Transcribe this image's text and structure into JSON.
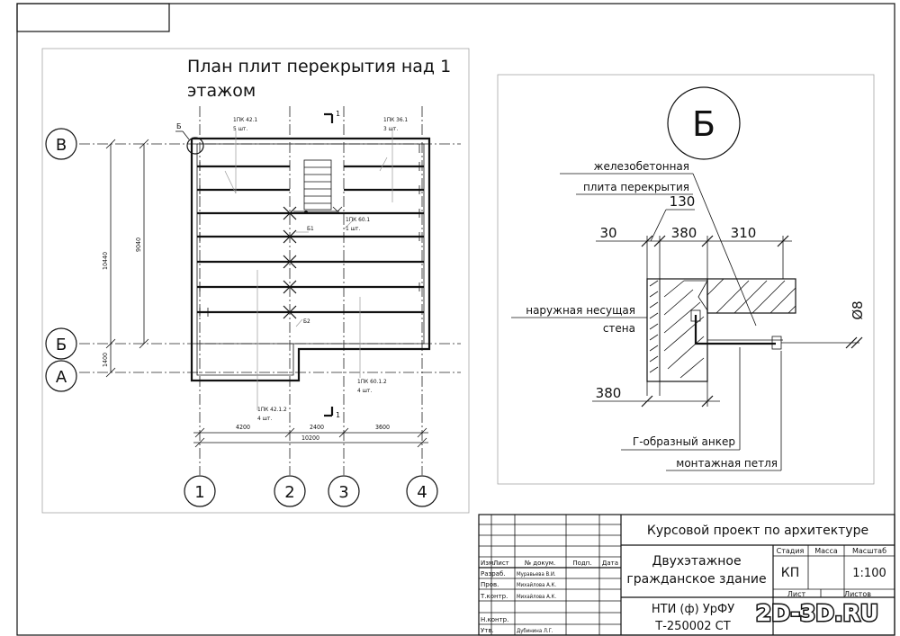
{
  "plan": {
    "title_line1": "План плит перекрытия над 1",
    "title_line2": "этажом",
    "axes_letters": [
      "В",
      "Б",
      "А"
    ],
    "axes_numbers": [
      "1",
      "2",
      "3",
      "4"
    ],
    "dims_vertical": [
      "10440",
      "9040",
      "1400"
    ],
    "dims_horizontal": [
      "4200",
      "2400",
      "3600",
      "10200"
    ],
    "callout_b": "Б",
    "section_mark": "1",
    "label_pk42_top": "1ПК 42.1",
    "label_pk42_top_qty": "5 шт.",
    "label_pk36": "1ПК 36.1",
    "label_pk36_qty": "3 шт.",
    "label_pk60_1": "1ПК 60.1",
    "label_pk60_1_qty": "1 шт.",
    "label_pk60_2": "1ПК 60.1.2",
    "label_pk60_2_qty": "4 шт.",
    "label_pk42_2": "1ПК 42.1.2",
    "label_pk42_2_qty": "4 шт.",
    "mark_b1": "Б1",
    "mark_b2": "Б2"
  },
  "detail": {
    "circle_letter": "Б",
    "label_slab_1": "железобетонная",
    "label_slab_2": "плита перекрытия",
    "dim_130": "130",
    "dim_30": "30",
    "dim_380_top": "380",
    "dim_310": "310",
    "label_wall_1": "наружная несущая",
    "label_wall_2": "стена",
    "dim_380_bottom": "380",
    "dim_d8": "Ø8",
    "label_anchor": "Г-образный анкер",
    "label_loop": "монтажная петля"
  },
  "titleblock": {
    "course": "Курсовой проект по архитектуре",
    "building_1": "Двухэтажное",
    "building_2": "гражданское здание",
    "stage_h": "Стадия",
    "mass_h": "Масса",
    "scale_h": "Масштаб",
    "stage_v": "КП",
    "scale_v": "1:100",
    "sheet_h": "Лист",
    "sheets_h": "Листов",
    "org": "НТИ (ф) УрФУ",
    "code": "Т-250002 СТ",
    "col_izm": "Изм.",
    "col_list": "Лист",
    "col_doc": "№ докум.",
    "col_sign": "Подп.",
    "col_date": "Дата",
    "row_razrab": "Разраб.",
    "row_prov": "Пров.",
    "row_tkontr": "Т.контр.",
    "row_nkontr": "Н.контр.",
    "row_utv": "Утв.",
    "name_razrab": "Муравьева В.И.",
    "name_prov": "Михайлова А.К.",
    "name_tkontr": "Михайлова А.К.",
    "name_utv": "Дубинина Л.Г."
  },
  "watermark": "2D-3D.RU"
}
